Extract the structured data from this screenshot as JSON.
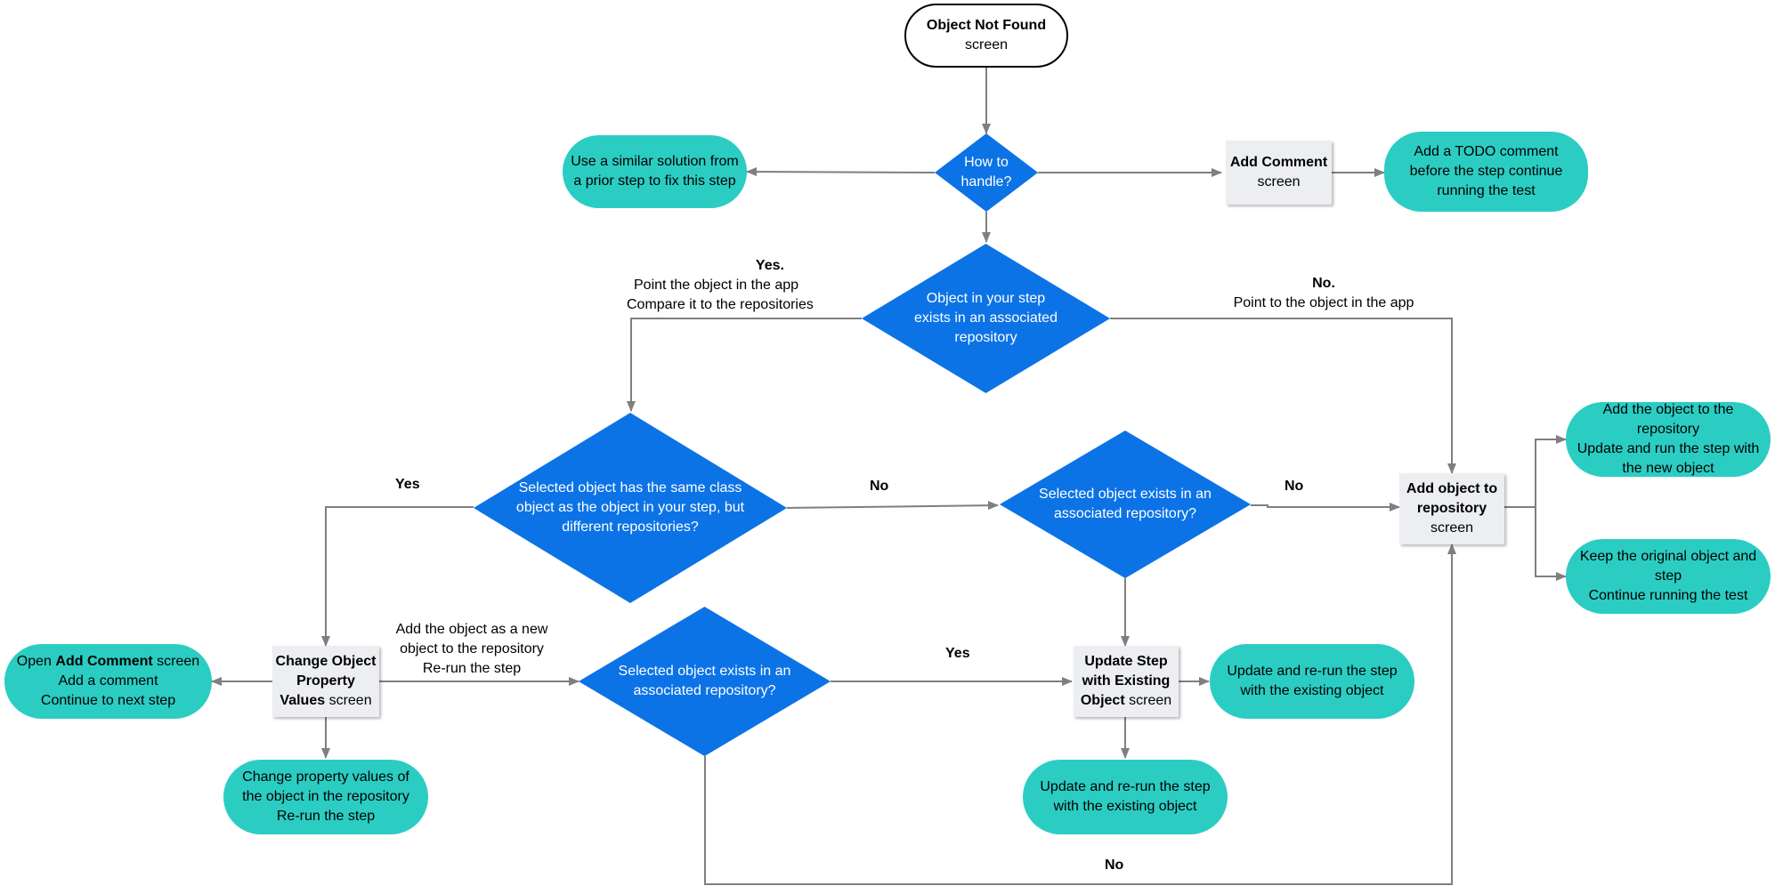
{
  "colors": {
    "decision": "#0c73e6",
    "action": "#2bcdc3",
    "screen": "#eceef1",
    "connector": "#7f7f7f"
  },
  "start": {
    "title": "Object Not Found",
    "sub": "screen"
  },
  "decisions": {
    "how_to_handle": [
      "How to",
      "handle?"
    ],
    "exists_assoc_repo": [
      "Object in your step",
      "exists in an associated",
      "repository"
    ],
    "same_class": [
      "Selected object has the same class",
      "object as the object in your step, but",
      "different repositories?"
    ],
    "selected_exists_1": [
      "Selected object exists in an",
      "associated repository?"
    ],
    "selected_exists_2": [
      "Selected object exists in an",
      "associated repository?"
    ]
  },
  "screens": {
    "add_comment": {
      "bold": [
        "Add Comment"
      ],
      "rest": "screen"
    },
    "add_to_repo": {
      "bold": [
        "Add object to",
        "repository"
      ],
      "rest": "screen"
    },
    "change_values": {
      "bold": [
        "Change Object",
        "Property",
        "Values"
      ],
      "rest": "screen"
    },
    "update_step": {
      "bold": [
        "Update Step",
        "with Existing",
        "Object"
      ],
      "rest": "screen"
    }
  },
  "actions": {
    "similar_solution": [
      "Use a similar solution from",
      "a prior step to fix this step"
    ],
    "todo_comment": [
      "Add a TODO comment",
      "before the step continue",
      "running the test"
    ],
    "add_obj_repo": [
      "Add the object to the",
      "repository",
      "Update and run the step with",
      "the new object"
    ],
    "keep_original": [
      "Keep the original object and",
      "step",
      "Continue running the test"
    ],
    "open_add_comment": {
      "pre": "Open ",
      "bold": "Add Comment",
      "post": " screen",
      "lines": [
        "Add a comment",
        "Continue to next step"
      ]
    },
    "change_prop_values": [
      "Change property values of",
      "the object in the repository",
      "Re-run the step"
    ],
    "update_rerun_1": [
      "Update and re-run the step",
      "with the existing object"
    ],
    "update_rerun_2": [
      "Update and re-run the step",
      "with the existing object"
    ]
  },
  "labels": {
    "yes_point": {
      "title": "Yes.",
      "lines": [
        "Point the object in the app",
        "Compare it to the repositories"
      ]
    },
    "no_point": {
      "title": "No.",
      "lines": [
        "Point to the object in the app"
      ]
    },
    "yes_left": "Yes",
    "no_mid": "No",
    "no_right": "No",
    "add_new": [
      "Add the object as a new",
      "object to the repository",
      "Re-run the step"
    ],
    "yes_bottom": "Yes",
    "no_bottom": "No"
  }
}
